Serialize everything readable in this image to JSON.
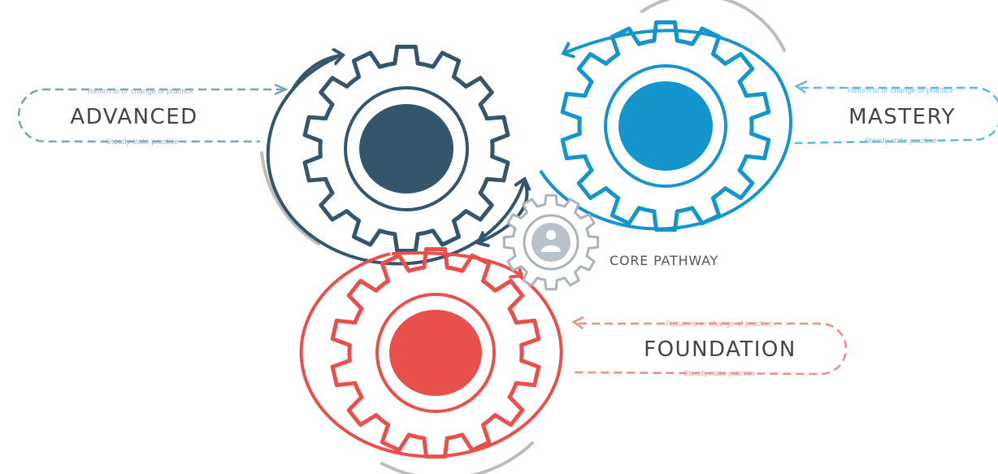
{
  "colors": {
    "advanced": "#35566a",
    "mastery": "#1496cd",
    "foundation": "#e8504c",
    "core": "#aab4bb",
    "loop_track": "#bdbdbd"
  },
  "stages": {
    "advanced": {
      "title": "ADVANCED",
      "top_note": "Return to or change of practice",
      "bottom_note": "Steady state practice"
    },
    "mastery": {
      "title": "MASTERY",
      "top_note": "Return to or change of practice",
      "bottom_note": "Steady state practice"
    },
    "foundation": {
      "title": "FOUNDATION",
      "top_note": "Return to or change of practice",
      "bottom_note": "Steady state practice"
    }
  },
  "core": {
    "label": "CORE PATHWAY",
    "icon": "person-icon"
  }
}
